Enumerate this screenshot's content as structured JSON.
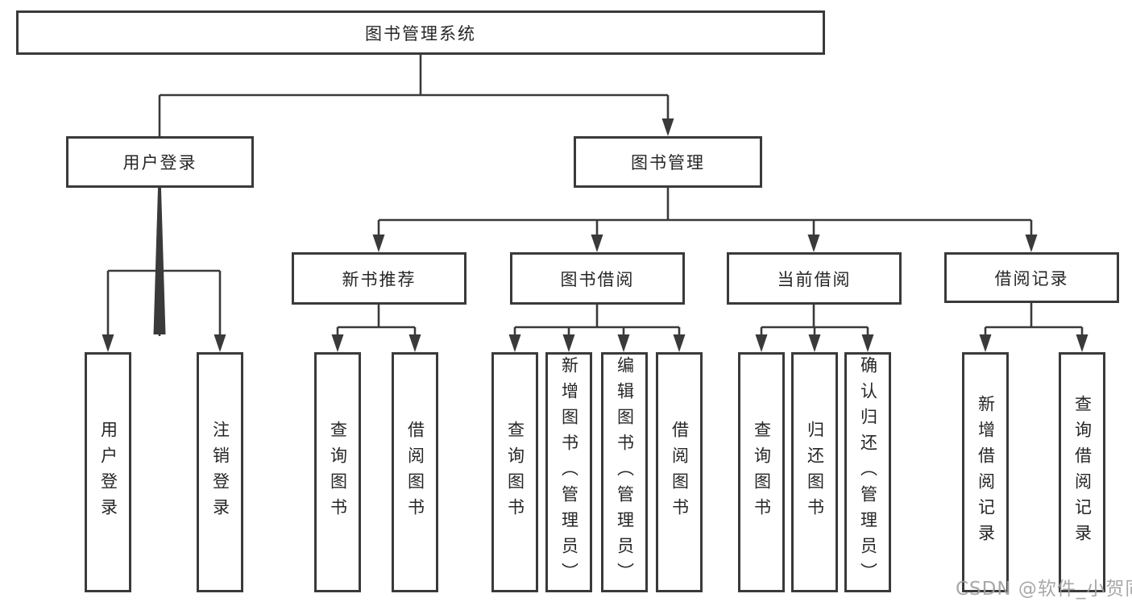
{
  "diagram": {
    "root": {
      "label": "图书管理系统"
    },
    "level2": {
      "user_login": {
        "label": "用户登录"
      },
      "book_management": {
        "label": "图书管理"
      }
    },
    "level3": {
      "new_book_recommend": {
        "label": "新书推荐"
      },
      "book_borrow": {
        "label": "图书借阅"
      },
      "current_borrow": {
        "label": "当前借阅"
      },
      "borrow_record": {
        "label": "借阅记录"
      }
    },
    "leaves": {
      "user_login_1": "用户登录",
      "user_login_2": "注销登录",
      "new_book_1": "查询图书",
      "new_book_2": "借阅图书",
      "book_borrow_1": "查询图书",
      "book_borrow_2": "新增图书（管理员）",
      "book_borrow_3": "编辑图书（管理员）",
      "book_borrow_4": "借阅图书",
      "current_borrow_1": "查询图书",
      "current_borrow_2": "归还图书",
      "current_borrow_3": "确认归还（管理员）",
      "borrow_record_1": "新增借阅记录",
      "borrow_record_2": "查询借阅记录"
    },
    "watermark": "CSDN @软件_小贺同学",
    "colors": {
      "line": "#3a3a3a",
      "box_border": "#3a3a3a",
      "text": "#262626",
      "watermark": "#9e9e9e",
      "background": "#ffffff"
    }
  }
}
